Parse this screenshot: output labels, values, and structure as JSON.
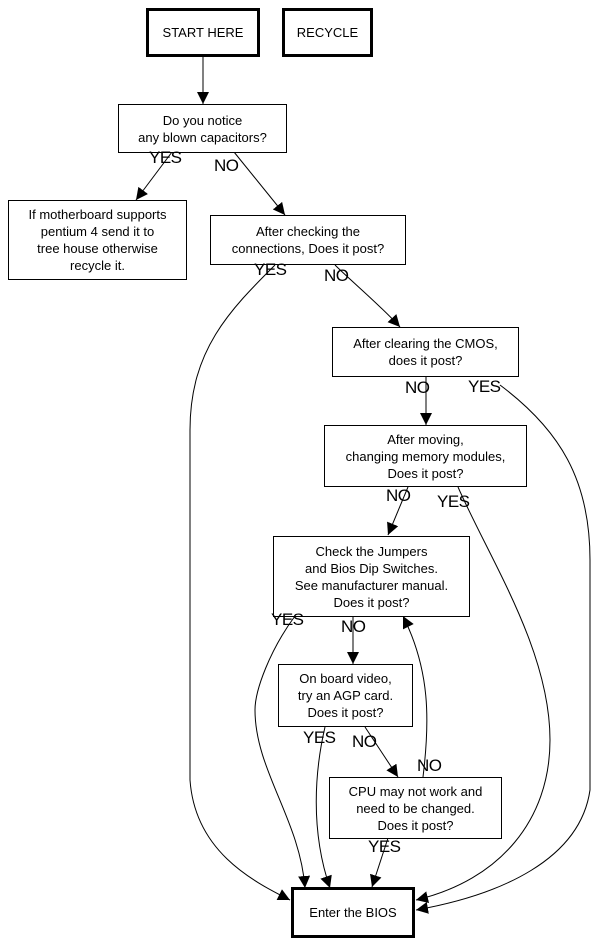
{
  "diagram": {
    "title": "Motherboard troubleshooting flowchart",
    "nodes": {
      "start": "START HERE",
      "recycle": "RECYCLE",
      "capacitors": "Do you notice\nany blown capacitors?",
      "p4": "If motherboard supports\npentium 4 send it to\ntree house otherwise\nrecycle it.",
      "connections": "After checking the\nconnections, Does it post?",
      "cmos": "After clearing the CMOS,\ndoes it post?",
      "memory": "After moving,\nchanging memory modules,\nDoes it post?",
      "jumpers": "Check the Jumpers\nand Bios Dip Switches.\nSee manufacturer manual.\nDoes it post?",
      "video": "On board video,\ntry an AGP card.\nDoes it post?",
      "cpu": "CPU may not work and\nneed to be changed.\nDoes it post?",
      "bios": "Enter the BIOS"
    },
    "edge_labels": {
      "capacitors_yes": "YES",
      "capacitors_no": "NO",
      "connections_yes": "YES",
      "connections_no": "NO",
      "cmos_no": "NO",
      "cmos_yes": "YES",
      "memory_no": "NO",
      "memory_yes": "YES",
      "jumpers_yes": "YES",
      "jumpers_no": "NO",
      "video_yes": "YES",
      "video_no": "NO",
      "cpu_no": "NO",
      "cpu_yes": "YES"
    },
    "edges": [
      {
        "from": "start",
        "to": "capacitors",
        "label": ""
      },
      {
        "from": "capacitors",
        "to": "p4",
        "label": "YES"
      },
      {
        "from": "capacitors",
        "to": "connections",
        "label": "NO"
      },
      {
        "from": "connections",
        "to": "bios",
        "label": "YES"
      },
      {
        "from": "connections",
        "to": "cmos",
        "label": "NO"
      },
      {
        "from": "cmos",
        "to": "memory",
        "label": "NO"
      },
      {
        "from": "cmos",
        "to": "bios",
        "label": "YES"
      },
      {
        "from": "memory",
        "to": "jumpers",
        "label": "NO"
      },
      {
        "from": "memory",
        "to": "bios",
        "label": "YES"
      },
      {
        "from": "jumpers",
        "to": "bios",
        "label": "YES"
      },
      {
        "from": "jumpers",
        "to": "video",
        "label": "NO"
      },
      {
        "from": "video",
        "to": "bios",
        "label": "YES"
      },
      {
        "from": "video",
        "to": "cpu",
        "label": "NO"
      },
      {
        "from": "cpu",
        "to": "jumpers",
        "label": "NO"
      },
      {
        "from": "cpu",
        "to": "bios",
        "label": "YES"
      }
    ]
  }
}
